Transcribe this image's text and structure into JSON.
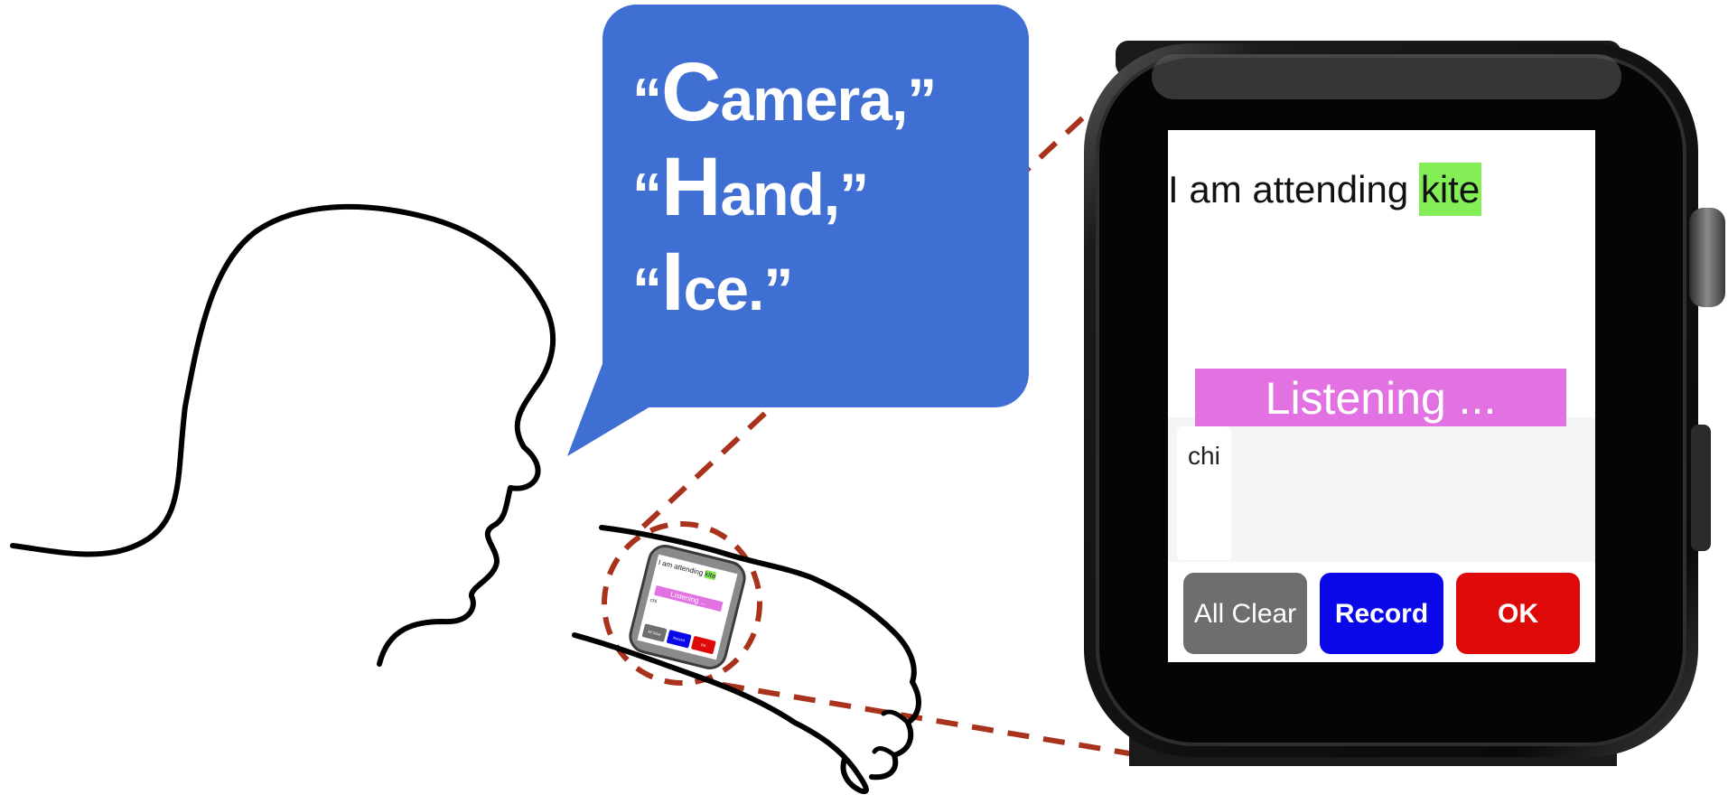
{
  "speech_bubble": {
    "lines": [
      {
        "quote_open": "“",
        "initial": "C",
        "rest": "amera,",
        "quote_close": "”"
      },
      {
        "quote_open": "“",
        "initial": "H",
        "rest": "and,",
        "quote_close": "”"
      },
      {
        "quote_open": "“",
        "initial": "I",
        "rest": "ce.",
        "quote_close": "”"
      }
    ]
  },
  "watch": {
    "sentence_text": "I am attending ",
    "highlighted_word": "kite",
    "status": "Listening ...",
    "input_text": "chi",
    "buttons": {
      "clear": "All Clear",
      "record": "Record",
      "ok": "OK"
    }
  },
  "colors": {
    "bubble": "#3f6fd3",
    "highlight": "#84ee56",
    "listening": "#e272e2",
    "clear_button": "#6e6e6e",
    "record_button": "#0a08e8",
    "ok_button": "#de0a0a",
    "zoom_lines": "#a8321c"
  }
}
